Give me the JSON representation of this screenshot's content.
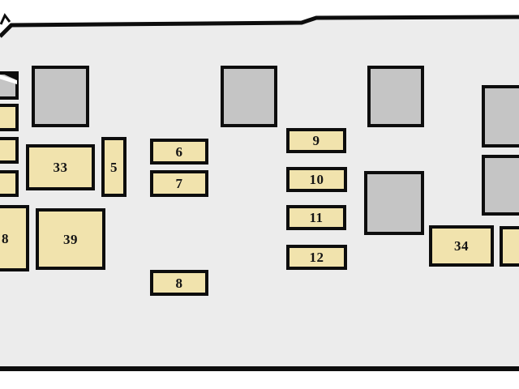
{
  "panel": {
    "fuses": {
      "f33": "33",
      "f5": "5",
      "f6": "6",
      "f7": "7",
      "f8": "8",
      "f9": "9",
      "f10": "10",
      "f11": "11",
      "f12": "12",
      "f39": "39",
      "f34": "34",
      "f38_visible": "8"
    },
    "colors": {
      "fuse_fill": "#F1E3AD",
      "relay_fill": "#C5C5C5",
      "panel_background": "#ECECEC",
      "outline": "#0D0D0D"
    }
  }
}
